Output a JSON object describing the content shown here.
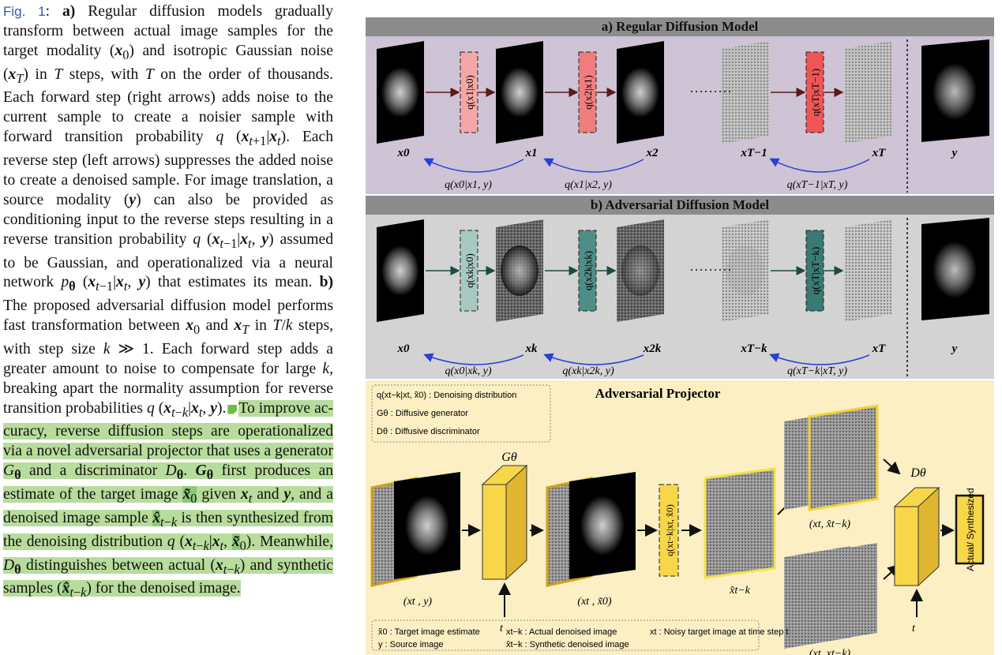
{
  "caption": {
    "fig_label": "Fig. 1",
    "p1": "a) Regular diffusion models gradually transform between actual image samples for the target modality (x0) and isotropic Gaussian noise (xT) in T steps, with T on the order of thousands. Each forward step (right arrows) adds noise to the current sample to create a noisier sample with forward transition probability q (xt+1|xt). Each reverse step (left arrows) suppresses the added noise to create a denoised sample. For image translation, a source modality (y) can also be provided as conditioning input to the reverse steps resulting in a reverse transition probability q (xt−1|xt, y) assumed to be Gaussian, and operationalized via a neural network pθ (xt−1|xt, y) that estimates its mean.",
    "p2": "b) The proposed adversarial diffusion model performs fast transformation between x0 and xT in T/k steps, with step size k ≫ 1. Each forward step adds a greater amount to noise to compensate for large k, breaking apart the normality assumption for reverse transition probabilities q (xt−k|xt, y).",
    "p3_highlight": "To improve accuracy, reverse diffusion steps are operationalized via a novel adversarial projector that uses a generator Gθ and a discriminator Dθ. Gθ first produces an estimate of the target image x̃0 given xt and y, and a denoised image sample x̂t−k is then synthesized from the denoising distribution q (xt−k|xt, x̃0). Meanwhile, Dθ distinguishes between actual (xt−k) and synthetic samples (x̂t−k) for the denoised image."
  },
  "panel_a": {
    "title": "a) Regular Diffusion Model",
    "nodes": [
      "x0",
      "x1",
      "x2",
      "xT−1",
      "xT",
      "y"
    ],
    "transitions": [
      "q(x1|x0)",
      "q(x2|x1)",
      "q(xT|xT−1)"
    ],
    "reverse": [
      "q(x0|x1, y)",
      "q(x1|x2, y)",
      "q(xT−1|xT, y)"
    ]
  },
  "panel_b": {
    "title": "b) Adversarial Diffusion Model",
    "nodes": [
      "x0",
      "xk",
      "x2k",
      "xT−k",
      "xT",
      "y"
    ],
    "transitions": [
      "q(xk|x0)",
      "q(x2k|xk)",
      "q(xT|xT−k)"
    ],
    "reverse": [
      "q(x0|xk, y)",
      "q(xk|x2k, y)",
      "q(xT−k|xT, y)"
    ]
  },
  "panel_c": {
    "title": "Adversarial Projector",
    "legend_top": [
      "q(xt−k|xt, x̃0) : Denoising distribution",
      "Gθ : Diffusive generator",
      "Dθ : Diffusive discriminator"
    ],
    "generator_label": "Gθ",
    "discriminator_label": "Dθ",
    "input_label": "(xt , y)",
    "mid_label": "(xt , x̃0)",
    "denoise_box": "q(xt−k|xt, x̃0)",
    "sample_label": "x̂t−k",
    "pair_fake": "(xt, x̂t−k)",
    "pair_real": "(xt, xt−k)",
    "t_label": "t",
    "output_box": "Actual/ Synthesized",
    "legend_bottom": [
      "x̃0 : Target image estimate",
      "xt−k : Actual denoised image",
      "xt : Noisy target image at time step t",
      "y : Source image",
      "x̂t−k : Synthetic denoised image"
    ]
  },
  "colors": {
    "highlight": "#b7dc9c",
    "regular_box": "#f08080",
    "adversarial_box": "#3f7f78",
    "projector_box": "#f7d64a",
    "reverse_arrow": "#2a3fd6"
  }
}
